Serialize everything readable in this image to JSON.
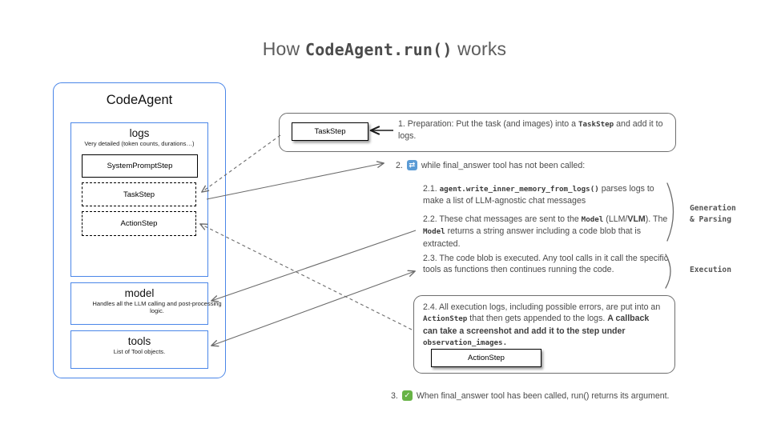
{
  "title": {
    "prefix": "How ",
    "code": "CodeAgent.run()",
    "suffix": " works"
  },
  "agent_panel": {
    "title": "CodeAgent",
    "logs": {
      "title": "logs",
      "subtitle": "Very detailed (token counts, durations…)",
      "items": [
        {
          "label": "SystemPromptStep",
          "border": "solid"
        },
        {
          "label": "TaskStep",
          "border": "dashed"
        },
        {
          "label": "ActionStep",
          "border": "dashed"
        }
      ]
    },
    "model": {
      "title": "model",
      "subtitle": "Handles all the LLM calling and post-processing logic."
    },
    "tools": {
      "title": "tools",
      "subtitle": "List of Tool objects."
    }
  },
  "annotations": {
    "step1": {
      "chip": "TaskStep",
      "parts": [
        {
          "text": "1.  Preparation: Put the task (and images) into a "
        },
        {
          "text": "TaskStep",
          "style": "code"
        },
        {
          "text": " and add it to logs."
        }
      ]
    },
    "step2": {
      "num": "2.",
      "icon": "repeat-icon",
      "parts": [
        {
          "text": "while "
        },
        {
          "text": "final_answer tool",
          "style": "code"
        },
        {
          "text": " has not been called:"
        }
      ]
    },
    "step2_1": {
      "parts": [
        {
          "text": "2.1. "
        },
        {
          "text": "agent.write_inner_memory_from_logs()",
          "style": "code"
        },
        {
          "text": " parses logs to make a list of LLM-agnostic chat messages"
        }
      ]
    },
    "step2_2": {
      "parts": [
        {
          "text": "2.2. These chat messages are sent to the "
        },
        {
          "text": "Model",
          "style": "code"
        },
        {
          "text": " (LLM/"
        },
        {
          "text": "VLM",
          "style": "bold"
        },
        {
          "text": "). The "
        },
        {
          "text": "Model",
          "style": "code"
        },
        {
          "text": " returns a string answer including a code blob that is extracted."
        }
      ]
    },
    "step2_3": {
      "parts": [
        {
          "text": "2.3. The code blob is executed. Any tool calls in it call the specific tools as functions then continues running the code."
        }
      ]
    },
    "step2_4": {
      "chip": "ActionStep",
      "parts": [
        {
          "text": "2.4. All execution logs, including possible errors, are put into an "
        },
        {
          "text": "ActionStep",
          "style": "code"
        },
        {
          "text": " that then gets appended to the logs. "
        },
        {
          "text": "A callback can take a screenshot and add it to the step under ",
          "style": "bold"
        },
        {
          "text": "observation_images.",
          "style": "code"
        }
      ]
    },
    "step3": {
      "num": "3.",
      "icon": "check-icon",
      "parts": [
        {
          "text": "When "
        },
        {
          "text": "final_answer",
          "style": "code"
        },
        {
          "text": " tool has been called, "
        },
        {
          "text": "run()",
          "style": "code"
        },
        {
          "text": " returns its argument."
        }
      ]
    }
  },
  "side_labels": {
    "generation": "Generation\n& Parsing",
    "execution": "Execution"
  },
  "icons": {
    "repeat": {
      "name": "repeat-icon",
      "glyph": "⇄",
      "bg": "#5b9bd5"
    },
    "check": {
      "name": "check-icon",
      "glyph": "✓",
      "bg": "#67b346"
    }
  },
  "colors": {
    "accent_blue": "#4a86e8",
    "box_border_gray": "#6e6e6e",
    "body_text_gray": "#4a4a4a",
    "title_gray": "#5c5c5c"
  }
}
